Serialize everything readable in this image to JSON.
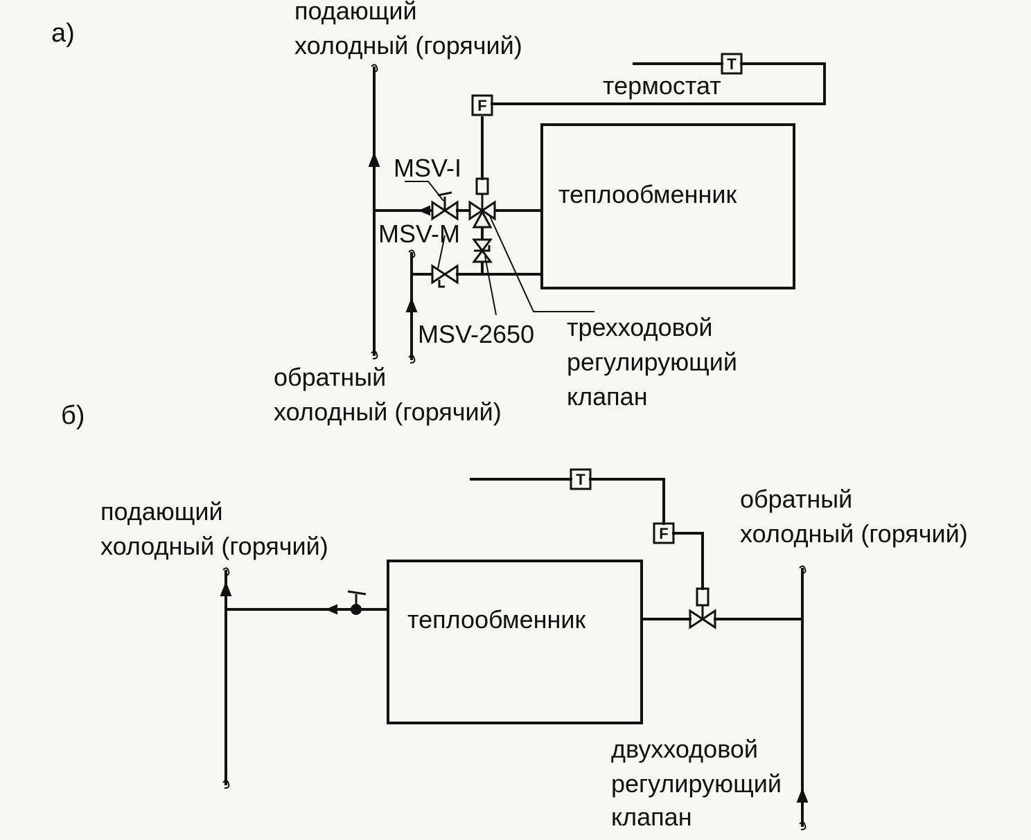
{
  "panel_a": {
    "label": "а)",
    "supply": {
      "line1": "подающий",
      "line2": "холодный (горячий)"
    },
    "return": {
      "line1": "обратный",
      "line2": "холодный (горячий)"
    },
    "thermostat": "термостат",
    "heat_exchanger": "теплообменник",
    "valve_msv_i": "MSV-I",
    "valve_msv_m": "MSV-M",
    "valve_msv_2650": "MSV-2650",
    "three_way": {
      "line1": "трехходовой",
      "line2": "регулирующий",
      "line3": "клапан"
    },
    "sensor_symbol": "T",
    "actuator_symbol": "F"
  },
  "panel_b": {
    "label": "б)",
    "supply": {
      "line1": "подающий",
      "line2": "холодный (горячий)"
    },
    "return": {
      "line1": "обратный",
      "line2": "холодный (горячий)"
    },
    "heat_exchanger": "теплообменник",
    "two_way": {
      "line1": "двухходовой",
      "line2": "регулирующий",
      "line3": "клапан"
    },
    "sensor_symbol": "T",
    "actuator_symbol": "F"
  }
}
